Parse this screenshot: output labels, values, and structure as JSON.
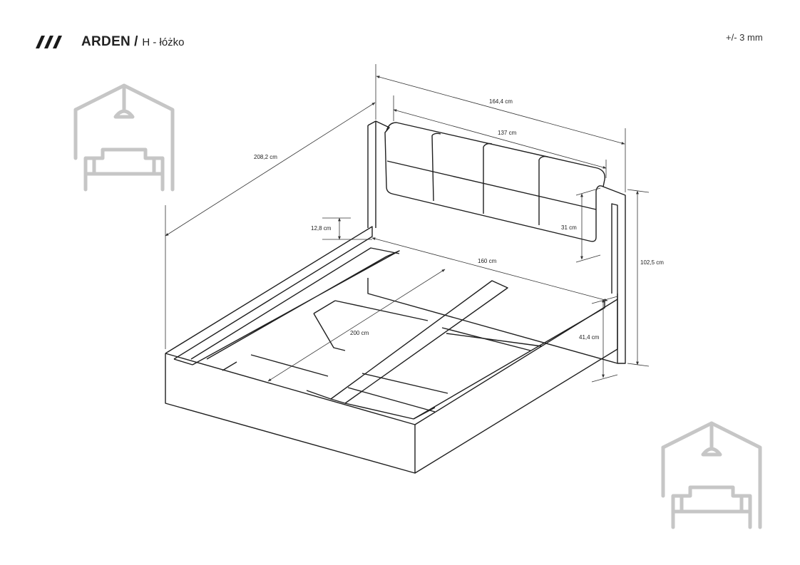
{
  "header": {
    "brand_icon": "three-slash-mark",
    "product_name": "ARDEN",
    "separator": "/",
    "product_type": "H - łóżko",
    "tolerance": "+/- 3 mm"
  },
  "dimensions": {
    "total_width": "164,4 cm",
    "headboard_width": "137 cm",
    "total_length": "208,2 cm",
    "mattress_width": "160 cm",
    "mattress_length": "200 cm",
    "frame_height": "12,8 cm",
    "headboard_panel_height": "31 cm",
    "total_height": "102,5 cm",
    "side_height": "41,4 cm"
  },
  "colors": {
    "line": "#1f1f1f",
    "watermark": "#c6c6c6"
  },
  "icons": [
    "house-sofa-watermark-icon",
    "house-sofa-watermark-icon"
  ]
}
